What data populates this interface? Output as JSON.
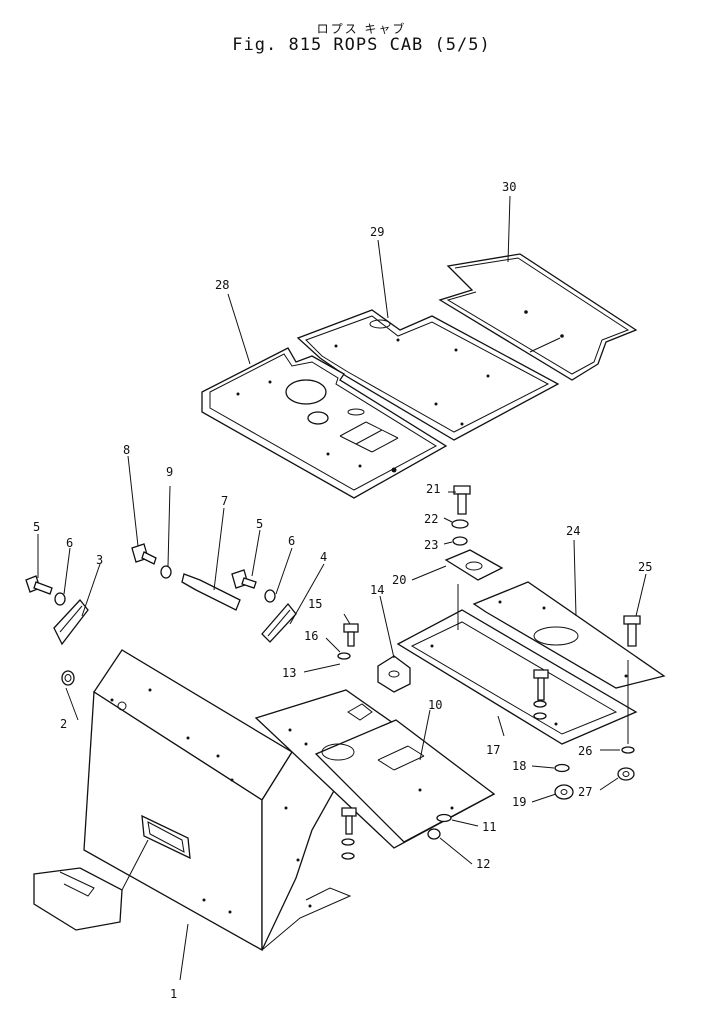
{
  "figure": {
    "title_jp": "ロプス キャブ",
    "title_main": "Fig. 815 ROPS CAB (5/5)"
  },
  "callouts": [
    {
      "label": "1"
    },
    {
      "label": "2"
    },
    {
      "label": "3"
    },
    {
      "label": "4"
    },
    {
      "label": "5"
    },
    {
      "label": "6"
    },
    {
      "label": "5"
    },
    {
      "label": "6"
    },
    {
      "label": "7"
    },
    {
      "label": "8"
    },
    {
      "label": "9"
    },
    {
      "label": "10"
    },
    {
      "label": "11"
    },
    {
      "label": "12"
    },
    {
      "label": "13"
    },
    {
      "label": "14"
    },
    {
      "label": "15"
    },
    {
      "label": "16"
    },
    {
      "label": "17"
    },
    {
      "label": "18"
    },
    {
      "label": "19"
    },
    {
      "label": "20"
    },
    {
      "label": "21"
    },
    {
      "label": "22"
    },
    {
      "label": "23"
    },
    {
      "label": "24"
    },
    {
      "label": "25"
    },
    {
      "label": "26"
    },
    {
      "label": "27"
    },
    {
      "label": "28"
    },
    {
      "label": "29"
    },
    {
      "label": "30"
    }
  ]
}
